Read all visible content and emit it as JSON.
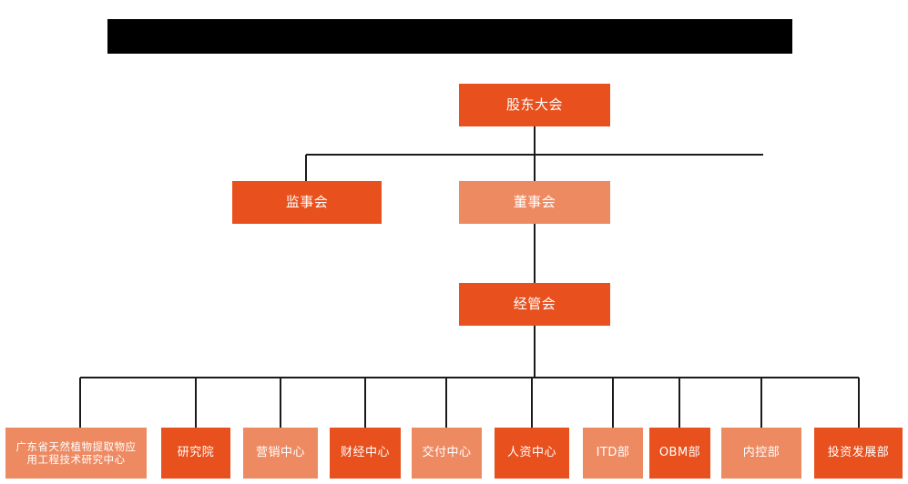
{
  "banner": {
    "label": "",
    "color": "#000000",
    "state": "redacted"
  },
  "palette": {
    "dark_orange": "#E8511E",
    "light_orange": "#EE8A62",
    "connector": "#1A1A1A",
    "background": "#FFFFFF",
    "text": "#FFFFFF"
  },
  "chart": {
    "type": "org-chart",
    "levels": [
      {
        "level": 1,
        "nodes": [
          {
            "id": "shareholders",
            "label": "股东大会",
            "tone": "dark"
          }
        ]
      },
      {
        "level": 2,
        "nodes": [
          {
            "id": "supervisors",
            "label": "监事会",
            "tone": "dark"
          },
          {
            "id": "directors",
            "label": "董事会",
            "tone": "light"
          }
        ]
      },
      {
        "level": 3,
        "nodes": [
          {
            "id": "management",
            "label": "经管会",
            "tone": "dark"
          }
        ]
      },
      {
        "level": 4,
        "nodes": [
          {
            "id": "dept-0",
            "label": "广东省天然植物提取物应\n用工程技术研究中心",
            "tone": "light"
          },
          {
            "id": "dept-1",
            "label": "研究院",
            "tone": "dark"
          },
          {
            "id": "dept-2",
            "label": "营销中心",
            "tone": "light"
          },
          {
            "id": "dept-3",
            "label": "财经中心",
            "tone": "dark"
          },
          {
            "id": "dept-4",
            "label": "交付中心",
            "tone": "light"
          },
          {
            "id": "dept-5",
            "label": "人资中心",
            "tone": "dark"
          },
          {
            "id": "dept-6",
            "label": "ITD部",
            "tone": "light"
          },
          {
            "id": "dept-7",
            "label": "OBM部",
            "tone": "dark"
          },
          {
            "id": "dept-8",
            "label": "内控部",
            "tone": "light"
          },
          {
            "id": "dept-9",
            "label": "投资发展部",
            "tone": "dark"
          }
        ]
      }
    ],
    "edges": [
      {
        "from": "shareholders",
        "to": "supervisors"
      },
      {
        "from": "shareholders",
        "to": "directors"
      },
      {
        "from": "directors",
        "to": "management"
      },
      {
        "from": "management",
        "to": "dept-0"
      },
      {
        "from": "management",
        "to": "dept-1"
      },
      {
        "from": "management",
        "to": "dept-2"
      },
      {
        "from": "management",
        "to": "dept-3"
      },
      {
        "from": "management",
        "to": "dept-4"
      },
      {
        "from": "management",
        "to": "dept-5"
      },
      {
        "from": "management",
        "to": "dept-6"
      },
      {
        "from": "management",
        "to": "dept-7"
      },
      {
        "from": "management",
        "to": "dept-8"
      },
      {
        "from": "management",
        "to": "dept-9"
      }
    ]
  }
}
